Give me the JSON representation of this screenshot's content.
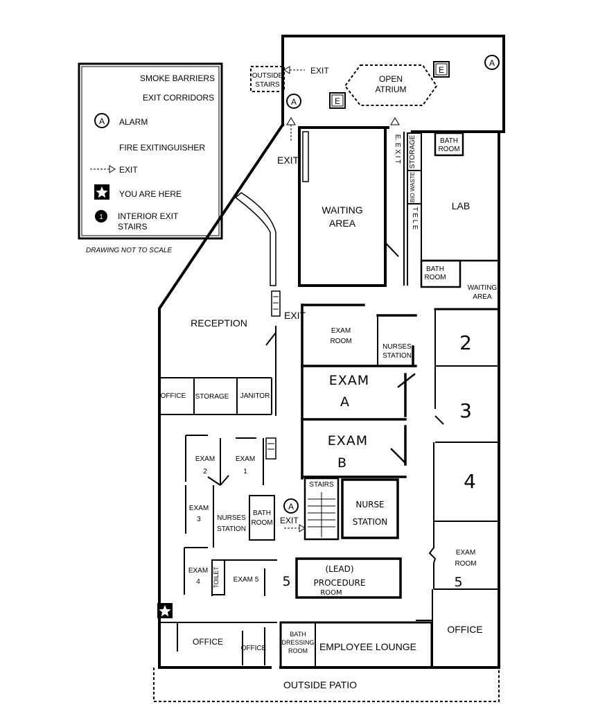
{
  "legend": {
    "smoke_barriers": "SMOKE BARRIERS",
    "exit_corridors": "EXIT CORRIDORS",
    "alarm_symbol": "A",
    "alarm": "ALARM",
    "fire_extinguisher": "FIRE EXITINGUISHER",
    "exit": "EXIT",
    "you_are_here": "YOU ARE HERE",
    "interior_stairs_symbol": "1",
    "interior_exit_stairs_line1": "INTERIOR EXIT",
    "interior_exit_stairs_line2": "STAIRS",
    "not_to_scale": "DRAWING NOT TO SCALE"
  },
  "top": {
    "outside_stairs_line1": "OUTSIDE",
    "outside_stairs_line2": "STAIRS",
    "exit": "EXIT",
    "open_atrium_line1": "OPEN",
    "open_atrium_line2": "ATRIUM",
    "extinguisher_symbol": "E",
    "alarm_symbol": "A"
  },
  "rooms": {
    "exit_left": "EXIT",
    "waiting_area_line1": "WAITING",
    "waiting_area_line2": "AREA",
    "exit_vertical": "E. E X I T",
    "storage_vertical": "STORAGE",
    "bio_waste_vertical": "BIO WASTE",
    "tele_vertical": "T E L E",
    "bath_room_top_line1": "BATH",
    "bath_room_top_line2": "ROOM",
    "lab": "LAB",
    "bath_room_mid_line1": "BATH",
    "bath_room_mid_line2": "ROOM",
    "waiting_area_small_line1": "WAITING",
    "waiting_area_small_line2": "AREA",
    "reception": "RECEPTION",
    "exit_reception": "EXIT",
    "exam_room_line1": "EXAM",
    "exam_room_line2": "ROOM",
    "nurses_station_top_line1": "NURSES",
    "nurses_station_top_line2": "STATION",
    "room_2": "2",
    "exam_a_line1": "EXAM",
    "exam_a_line2": "A",
    "room_3": "3",
    "office_left": "OFFICE",
    "storage": "STORAGE",
    "janitor": "JANITOR",
    "exam_b_line1": "EXAM",
    "exam_b_line2": "B",
    "room_4": "4",
    "exam_2_line1": "EXAM",
    "exam_2_line2": "2",
    "exam_1_line1": "EXAM",
    "exam_1_line2": "1",
    "stairs": "STAIRS",
    "nurse_station_line1": "NURSE",
    "nurse_station_line2": "STATION",
    "exam_3_line1": "EXAM",
    "exam_3_line2": "3",
    "nurses_station_line1": "NURSES",
    "nurses_station_line2": "STATION",
    "bath_room_line1": "BATH",
    "bath_room_line2": "ROOM",
    "alarm_symbol": "A",
    "exit_stairs": "EXIT",
    "exam_room_5_line1": "EXAM",
    "exam_room_5_line2": "ROOM",
    "exam_room_5_line3": "5",
    "exam_4_line1": "EXAM",
    "exam_4_line2": "4",
    "toilet": "TOILET",
    "exam_5": "EXAM 5",
    "lead_line1": "(LEAD)",
    "lead_line2": "PROCEDURE",
    "lead_line3": "ROOM",
    "room_5_hand": "5",
    "office_bottom": "OFFICE",
    "office_small": "OFFICE",
    "bath_dressing_line1": "BATH",
    "bath_dressing_line2": "DRESSING",
    "bath_dressing_line3": "ROOM",
    "employee_lounge": "EMPLOYEE LOUNGE",
    "office_right": "OFFICE",
    "outside_patio": "OUTSIDE PATIO"
  }
}
